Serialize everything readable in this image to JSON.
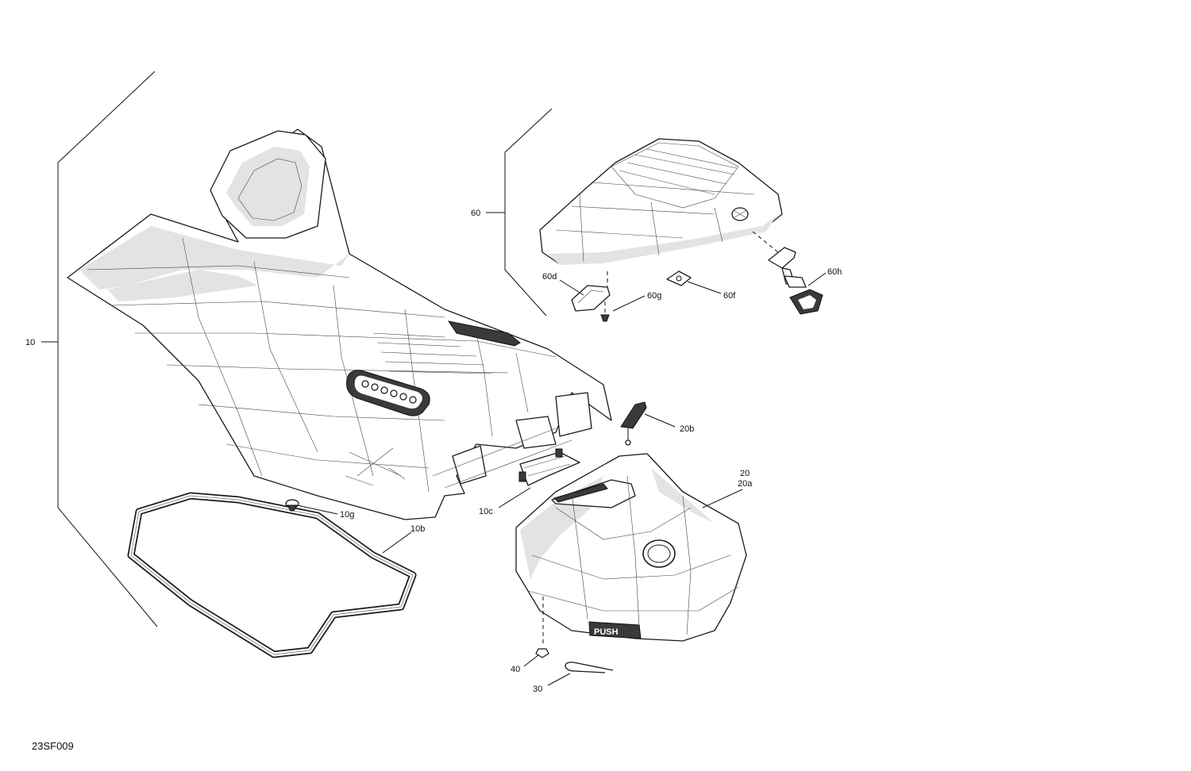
{
  "diagram": {
    "code": "23SF009",
    "callouts": {
      "c10": "10",
      "c10b": "10b",
      "c10c": "10c",
      "c10g": "10g",
      "c20": "20",
      "c20a": "20a",
      "c20b": "20b",
      "c30": "30",
      "c40": "40",
      "c60": "60",
      "c60d": "60d",
      "c60f": "60f",
      "c60g": "60g",
      "c60h": "60h"
    },
    "emblems": {
      "front_badge": "PUSH"
    },
    "icons": [
      "seat-body",
      "storage-bin",
      "seat-cover",
      "gasket",
      "latch",
      "key-tether",
      "wire-clip"
    ]
  }
}
